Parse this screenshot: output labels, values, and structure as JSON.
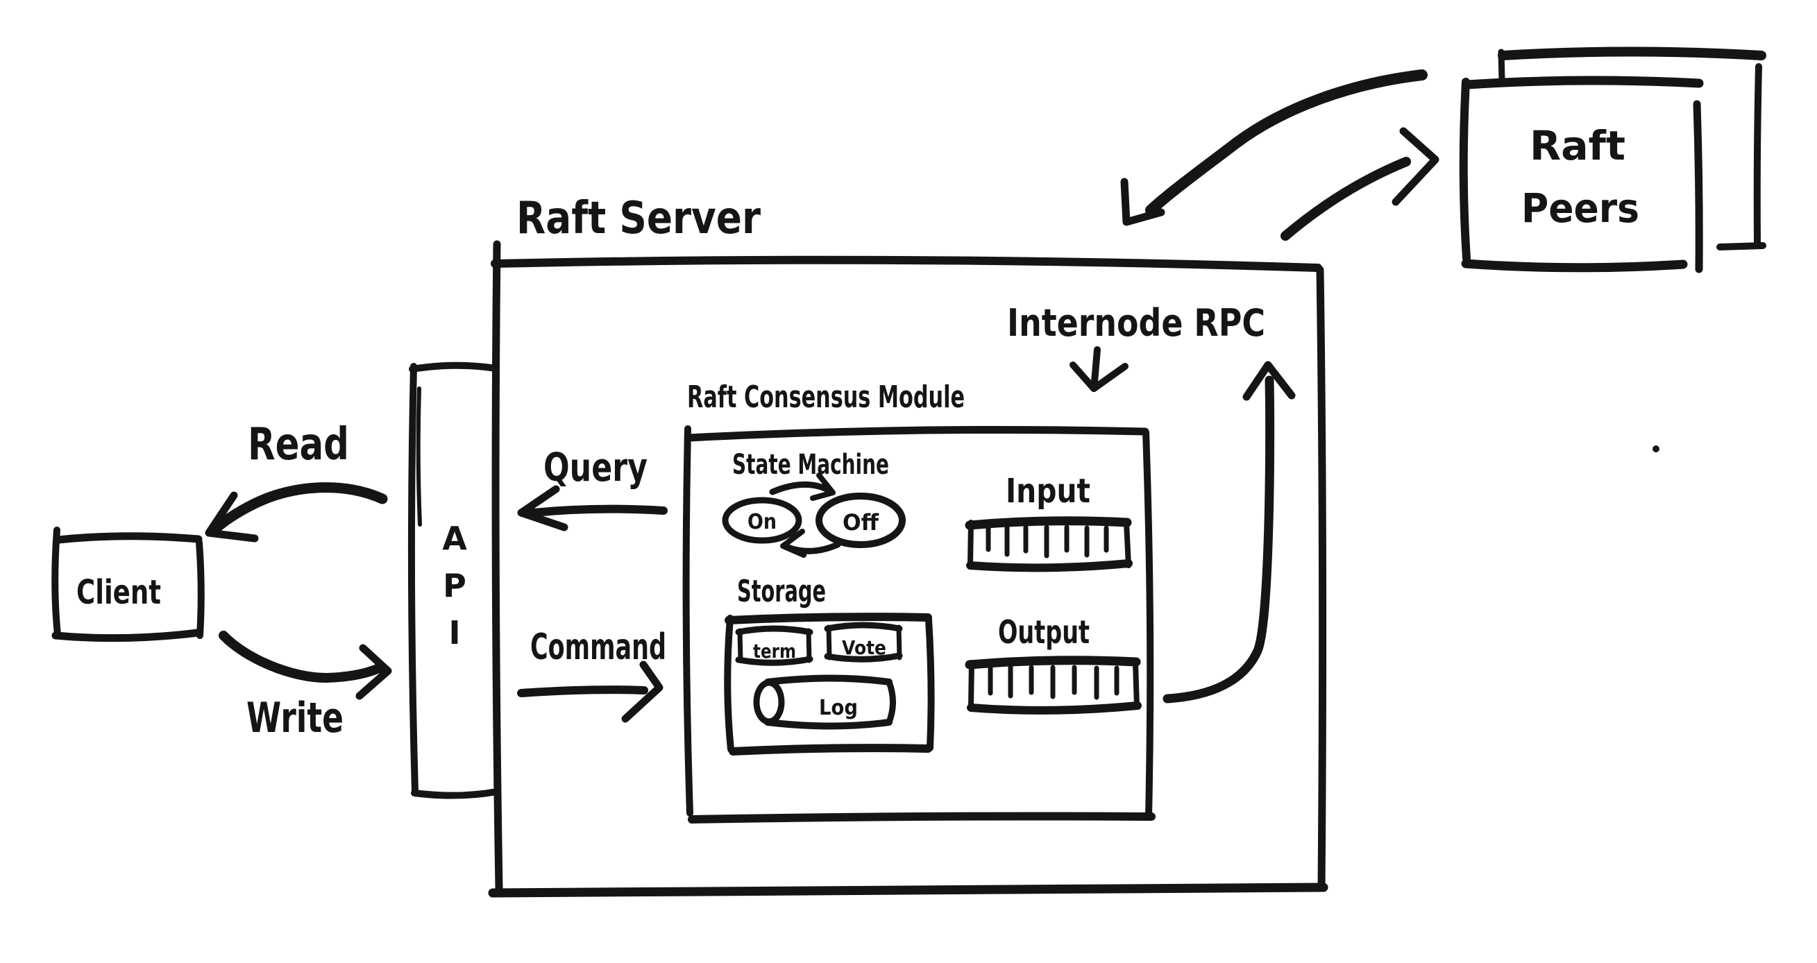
{
  "colors": {
    "ink": "#151515",
    "background": "#ffffff"
  },
  "diagram": {
    "server": {
      "title": "Raft Server"
    },
    "peers": {
      "lines": [
        "Raft",
        "Peers"
      ]
    },
    "client": {
      "label": "Client"
    },
    "api": {
      "letters": [
        "A",
        "P",
        "I"
      ]
    },
    "flows": {
      "read": "Read",
      "write": "Write",
      "query": "Query",
      "command": "Command",
      "internode_rpc": "Internode RPC"
    },
    "module": {
      "title": "Raft Consensus Module",
      "state_machine": {
        "label": "State Machine",
        "on_state": "On",
        "off_state": "Off"
      },
      "storage": {
        "label": "Storage",
        "term": "term",
        "vote": "Vote",
        "log": "Log"
      },
      "input_queue": {
        "label": "Input"
      },
      "output_queue": {
        "label": "Output"
      }
    }
  }
}
